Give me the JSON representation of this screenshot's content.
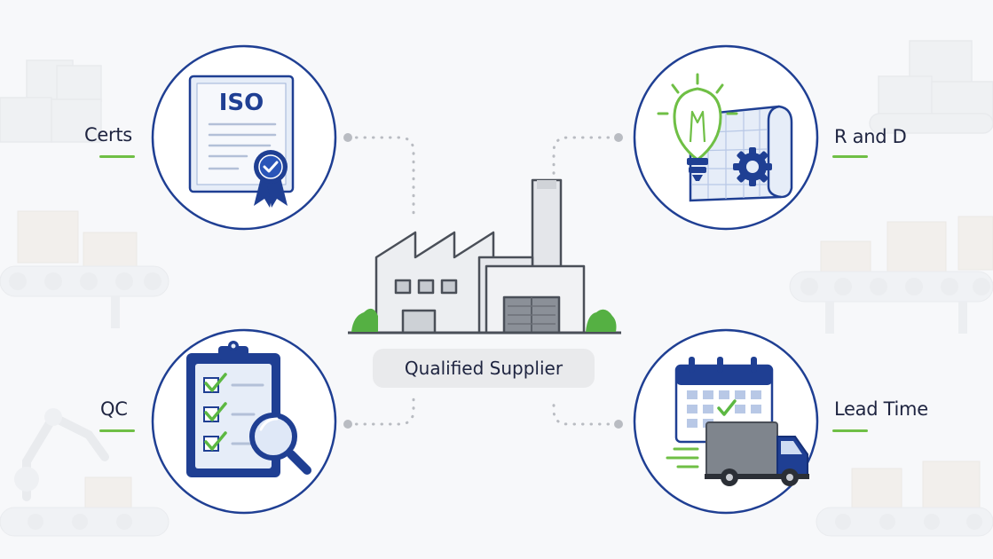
{
  "center": {
    "label": "Qualified Supplier"
  },
  "nodes": {
    "certs": {
      "label": "Certs",
      "badge_text": "ISO"
    },
    "rnd": {
      "label": "R and D"
    },
    "qc": {
      "label": "QC"
    },
    "lead_time": {
      "label": "Lead Time"
    }
  },
  "colors": {
    "navy": "#1f3f93",
    "light_blue": "#e6edf8",
    "green": "#6fbf45",
    "gray": "#9aa0a8",
    "background": "#f7f8fa"
  }
}
